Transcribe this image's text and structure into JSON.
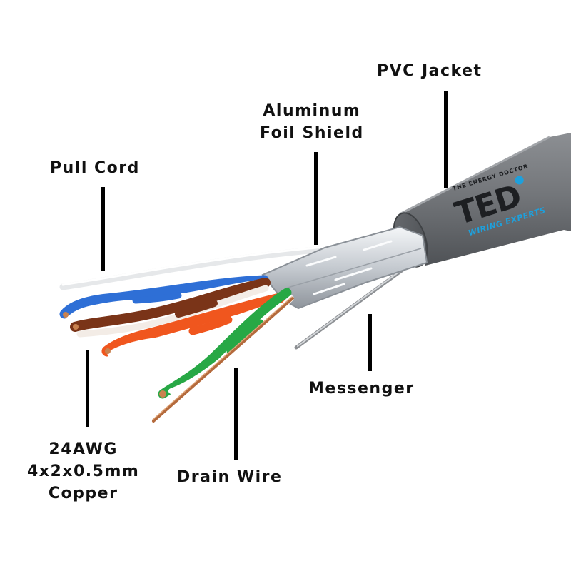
{
  "labels": {
    "pvc_jacket": "PVC Jacket",
    "aluminum_foil_shield": [
      "Aluminum",
      "Foil Shield"
    ],
    "pull_cord": "Pull Cord",
    "messenger": "Messenger",
    "conductor": [
      "24AWG",
      "4x2x0.5mm",
      "Copper"
    ],
    "drain_wire": "Drain Wire"
  },
  "logo": {
    "tagline": "THE ENERGY DOCTOR",
    "brand": "TED",
    "subtitle": "WIRING EXPERTS"
  },
  "colors": {
    "jacket": "#74777b",
    "foil": "#d9dde2",
    "pair_blue": "#2e6fd6",
    "pair_brown": "#7a3418",
    "pair_orange": "#f0561e",
    "pair_green": "#27a845",
    "copper": "#c9824f",
    "logo_accent": "#1ea0dc"
  }
}
